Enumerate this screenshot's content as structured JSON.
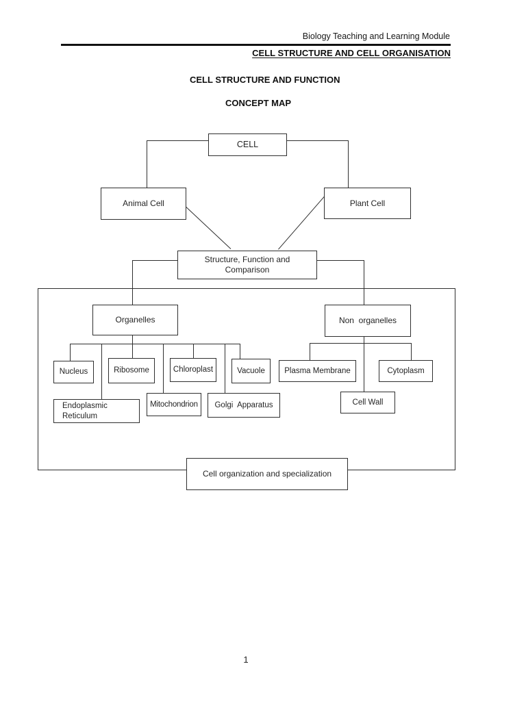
{
  "page": {
    "header": {
      "module_title": "Biology Teaching and Learning Module",
      "chapter_title": "CELL STRUCTURE AND CELL ORGANISATION"
    },
    "headings": {
      "main": "CELL STRUCTURE AND FUNCTION",
      "sub": "CONCEPT MAP"
    },
    "page_number": "1"
  },
  "concept_map": {
    "nodes": {
      "cell": "CELL",
      "animal_cell": "Animal Cell",
      "plant_cell": "Plant Cell",
      "structure_function": "Structure, Function and\nComparison",
      "organelles": "Organelles",
      "non_organelles": "Non  organelles",
      "nucleus": "Nucleus",
      "ribosome": "Ribosome",
      "chloroplast": "Chloroplast",
      "vacuole": "Vacuole",
      "plasma_membrane": "Plasma Membrane",
      "cytoplasm": "Cytoplasm",
      "endoplasmic_reticulum": "Endoplasmic\nReticulum",
      "mitochondrion": "Mitochondrion",
      "golgi_apparatus": "Golgi  Apparatus",
      "cell_wall": "Cell Wall",
      "cell_organization": "Cell organization and specialization"
    }
  },
  "colors": {
    "page_bg": "#ffffff",
    "ink": "#2e2e2e",
    "rule": "#111111"
  }
}
